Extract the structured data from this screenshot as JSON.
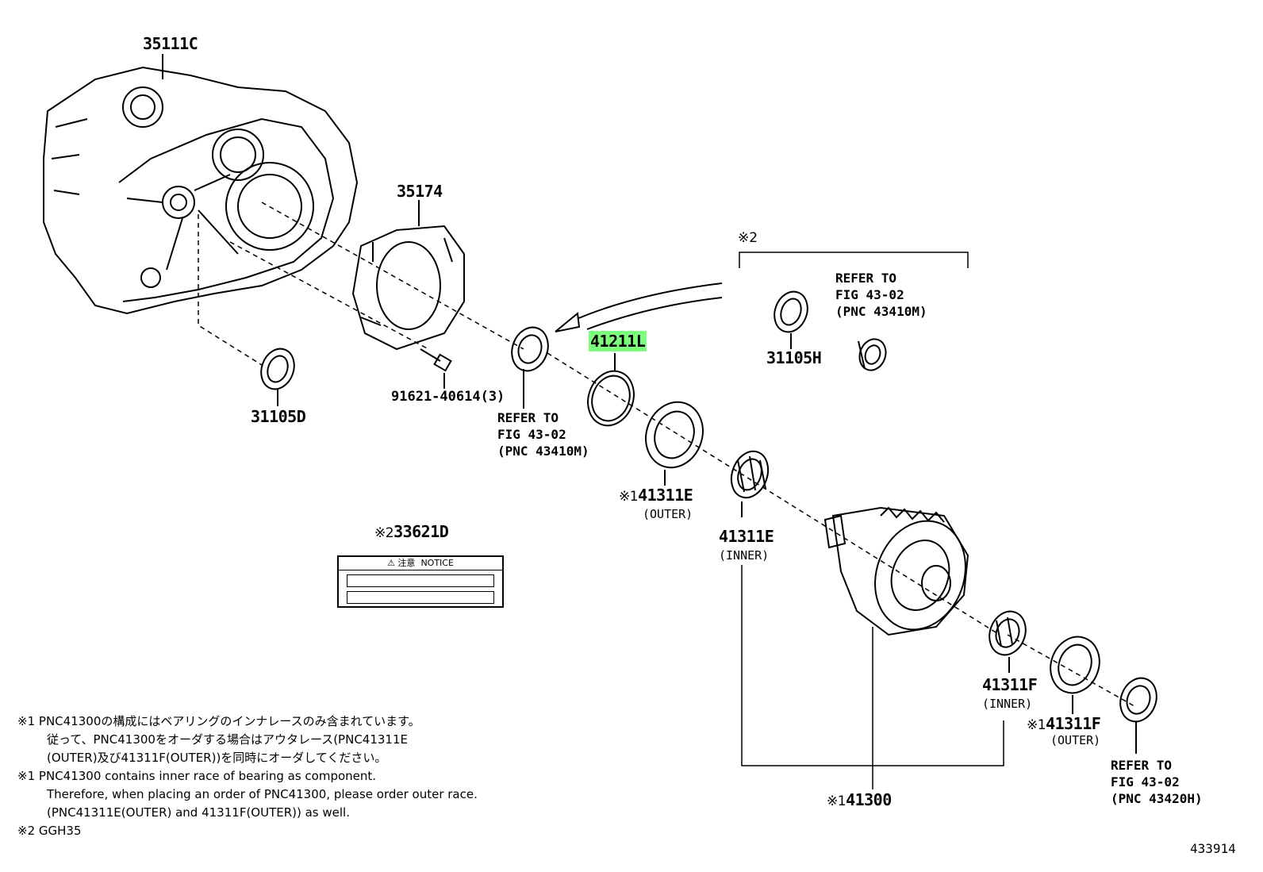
{
  "parts": {
    "p35111c": "35111C",
    "p35174": "35174",
    "p31105d": "31105D",
    "p91621": "91621-40614(3)",
    "p41211l": "41211L",
    "p31105h": "31105H",
    "p41311e_outer": "41311E",
    "p41311e_outer_sub": "(OUTER)",
    "p41311e_inner": "41311E",
    "p41311e_inner_sub": "(INNER)",
    "p33621d": "33621D",
    "p41311f_inner": "41311F",
    "p41311f_inner_sub": "(INNER)",
    "p41311f_outer": "41311F",
    "p41311f_outer_sub": "(OUTER)",
    "p41300": "41300"
  },
  "marks": {
    "m1": "※1",
    "m2": "※2"
  },
  "refs": {
    "ref_a_line1": "REFER TO",
    "ref_a_line2": "FIG 43-02",
    "ref_a_line3": "(PNC 43410M)",
    "ref_b_line1": "REFER TO",
    "ref_b_line2": "FIG 43-02",
    "ref_b_line3": "(PNC 43410M)",
    "ref_c_line1": "REFER TO",
    "ref_c_line2": "FIG 43-02",
    "ref_c_line3": "(PNC 43420H)"
  },
  "notice_label": "NOTICE",
  "notice_jp": "⚠ 注意",
  "notes": {
    "n1_mark": "※1",
    "n1_jp_line1": "PNC41300の構成にはベアリングのインナレースのみ含まれています。",
    "n1_jp_line2": "従って、PNC41300をオーダする場合はアウタレース(PNC41311E",
    "n1_jp_line3": "(OUTER)及び41311F(OUTER))を同時にオーダしてください。",
    "n2_mark": "※1",
    "n1_en_line1": "PNC41300 contains inner race of bearing as component.",
    "n1_en_line2": "Therefore, when placing an order of PNC41300, please order outer race.",
    "n1_en_line3": "(PNC41311E(OUTER) and 41311F(OUTER)) as well.",
    "n3_mark": "※2",
    "n3_text": "GGH35"
  },
  "figure_id": "433914",
  "colors": {
    "highlight": "#7dff7d",
    "ink": "#000000"
  }
}
